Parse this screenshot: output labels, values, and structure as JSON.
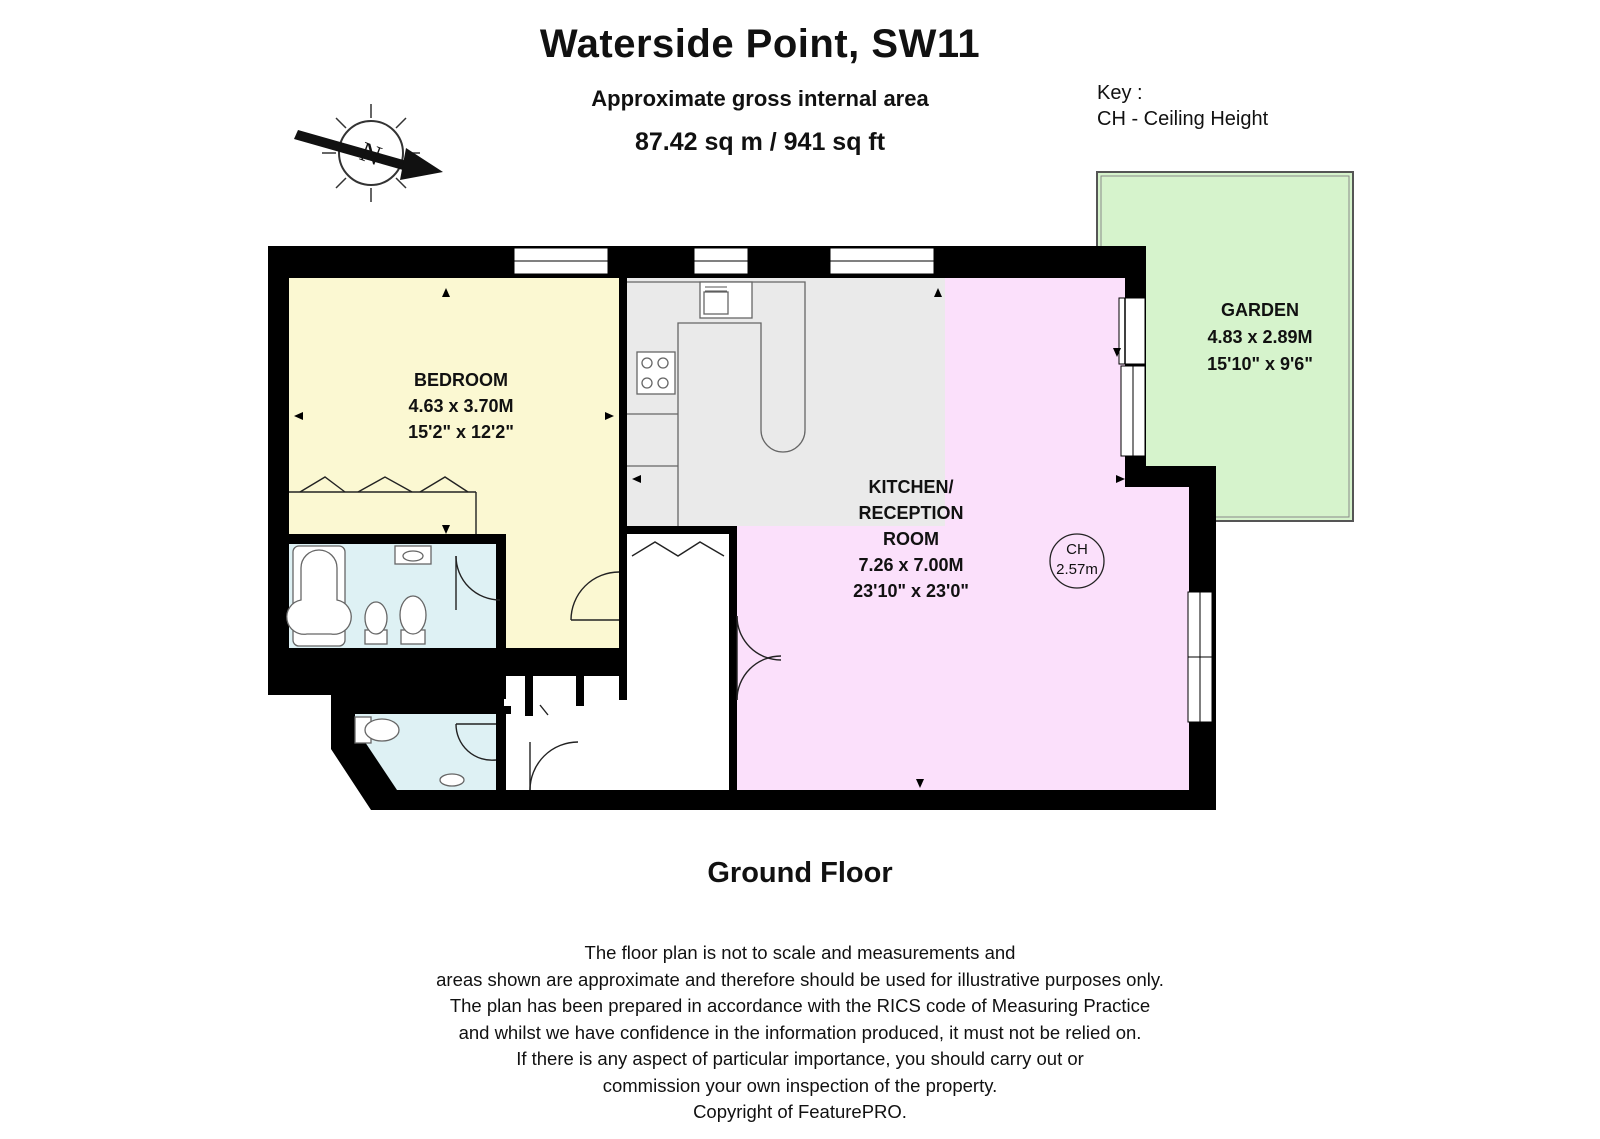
{
  "title": "Waterside Point, SW11",
  "subtitle": "Approximate gross internal area",
  "area": "87.42 sq m /  941 sq ft",
  "key": {
    "heading": "Key :",
    "entry": "CH - Ceiling Height"
  },
  "compass": {
    "letter": "N",
    "icon": "compass-icon"
  },
  "rooms": {
    "bedroom": {
      "name": "BEDROOM",
      "metric": "4.63 x 3.70M",
      "imperial": "15'2\" x 12'2\""
    },
    "kitchen": {
      "name_line1": "KITCHEN/",
      "name_line2": "RECEPTION",
      "name_line3": "ROOM",
      "metric": "7.26 x 7.00M",
      "imperial": "23'10\" x 23'0\""
    },
    "garden": {
      "name": "GARDEN",
      "metric": "4.83 x 2.89M",
      "imperial": "15'10\" x 9'6\""
    }
  },
  "ceiling": {
    "label": "CH",
    "value": "2.57m"
  },
  "floor_label": "Ground Floor",
  "disclaimer": [
    "The floor plan is not to scale and measurements and",
    "areas shown are approximate and therefore should be used for illustrative purposes only.",
    "The plan has been prepared in accordance with the RICS code of Measuring Practice",
    "and whilst we have confidence in the information produced, it must not be relied on.",
    "If there is any aspect of particular importance, you should carry out or",
    "commission your own inspection of the property.",
    "Copyright of FeaturePRO."
  ],
  "colors": {
    "wall": "#000000",
    "bedroom": "#fbf8d2",
    "kitchen": "#eaeaea",
    "reception": "#fbe0fb",
    "bathroom": "#def1f4",
    "garden": "#d6f3cc"
  }
}
